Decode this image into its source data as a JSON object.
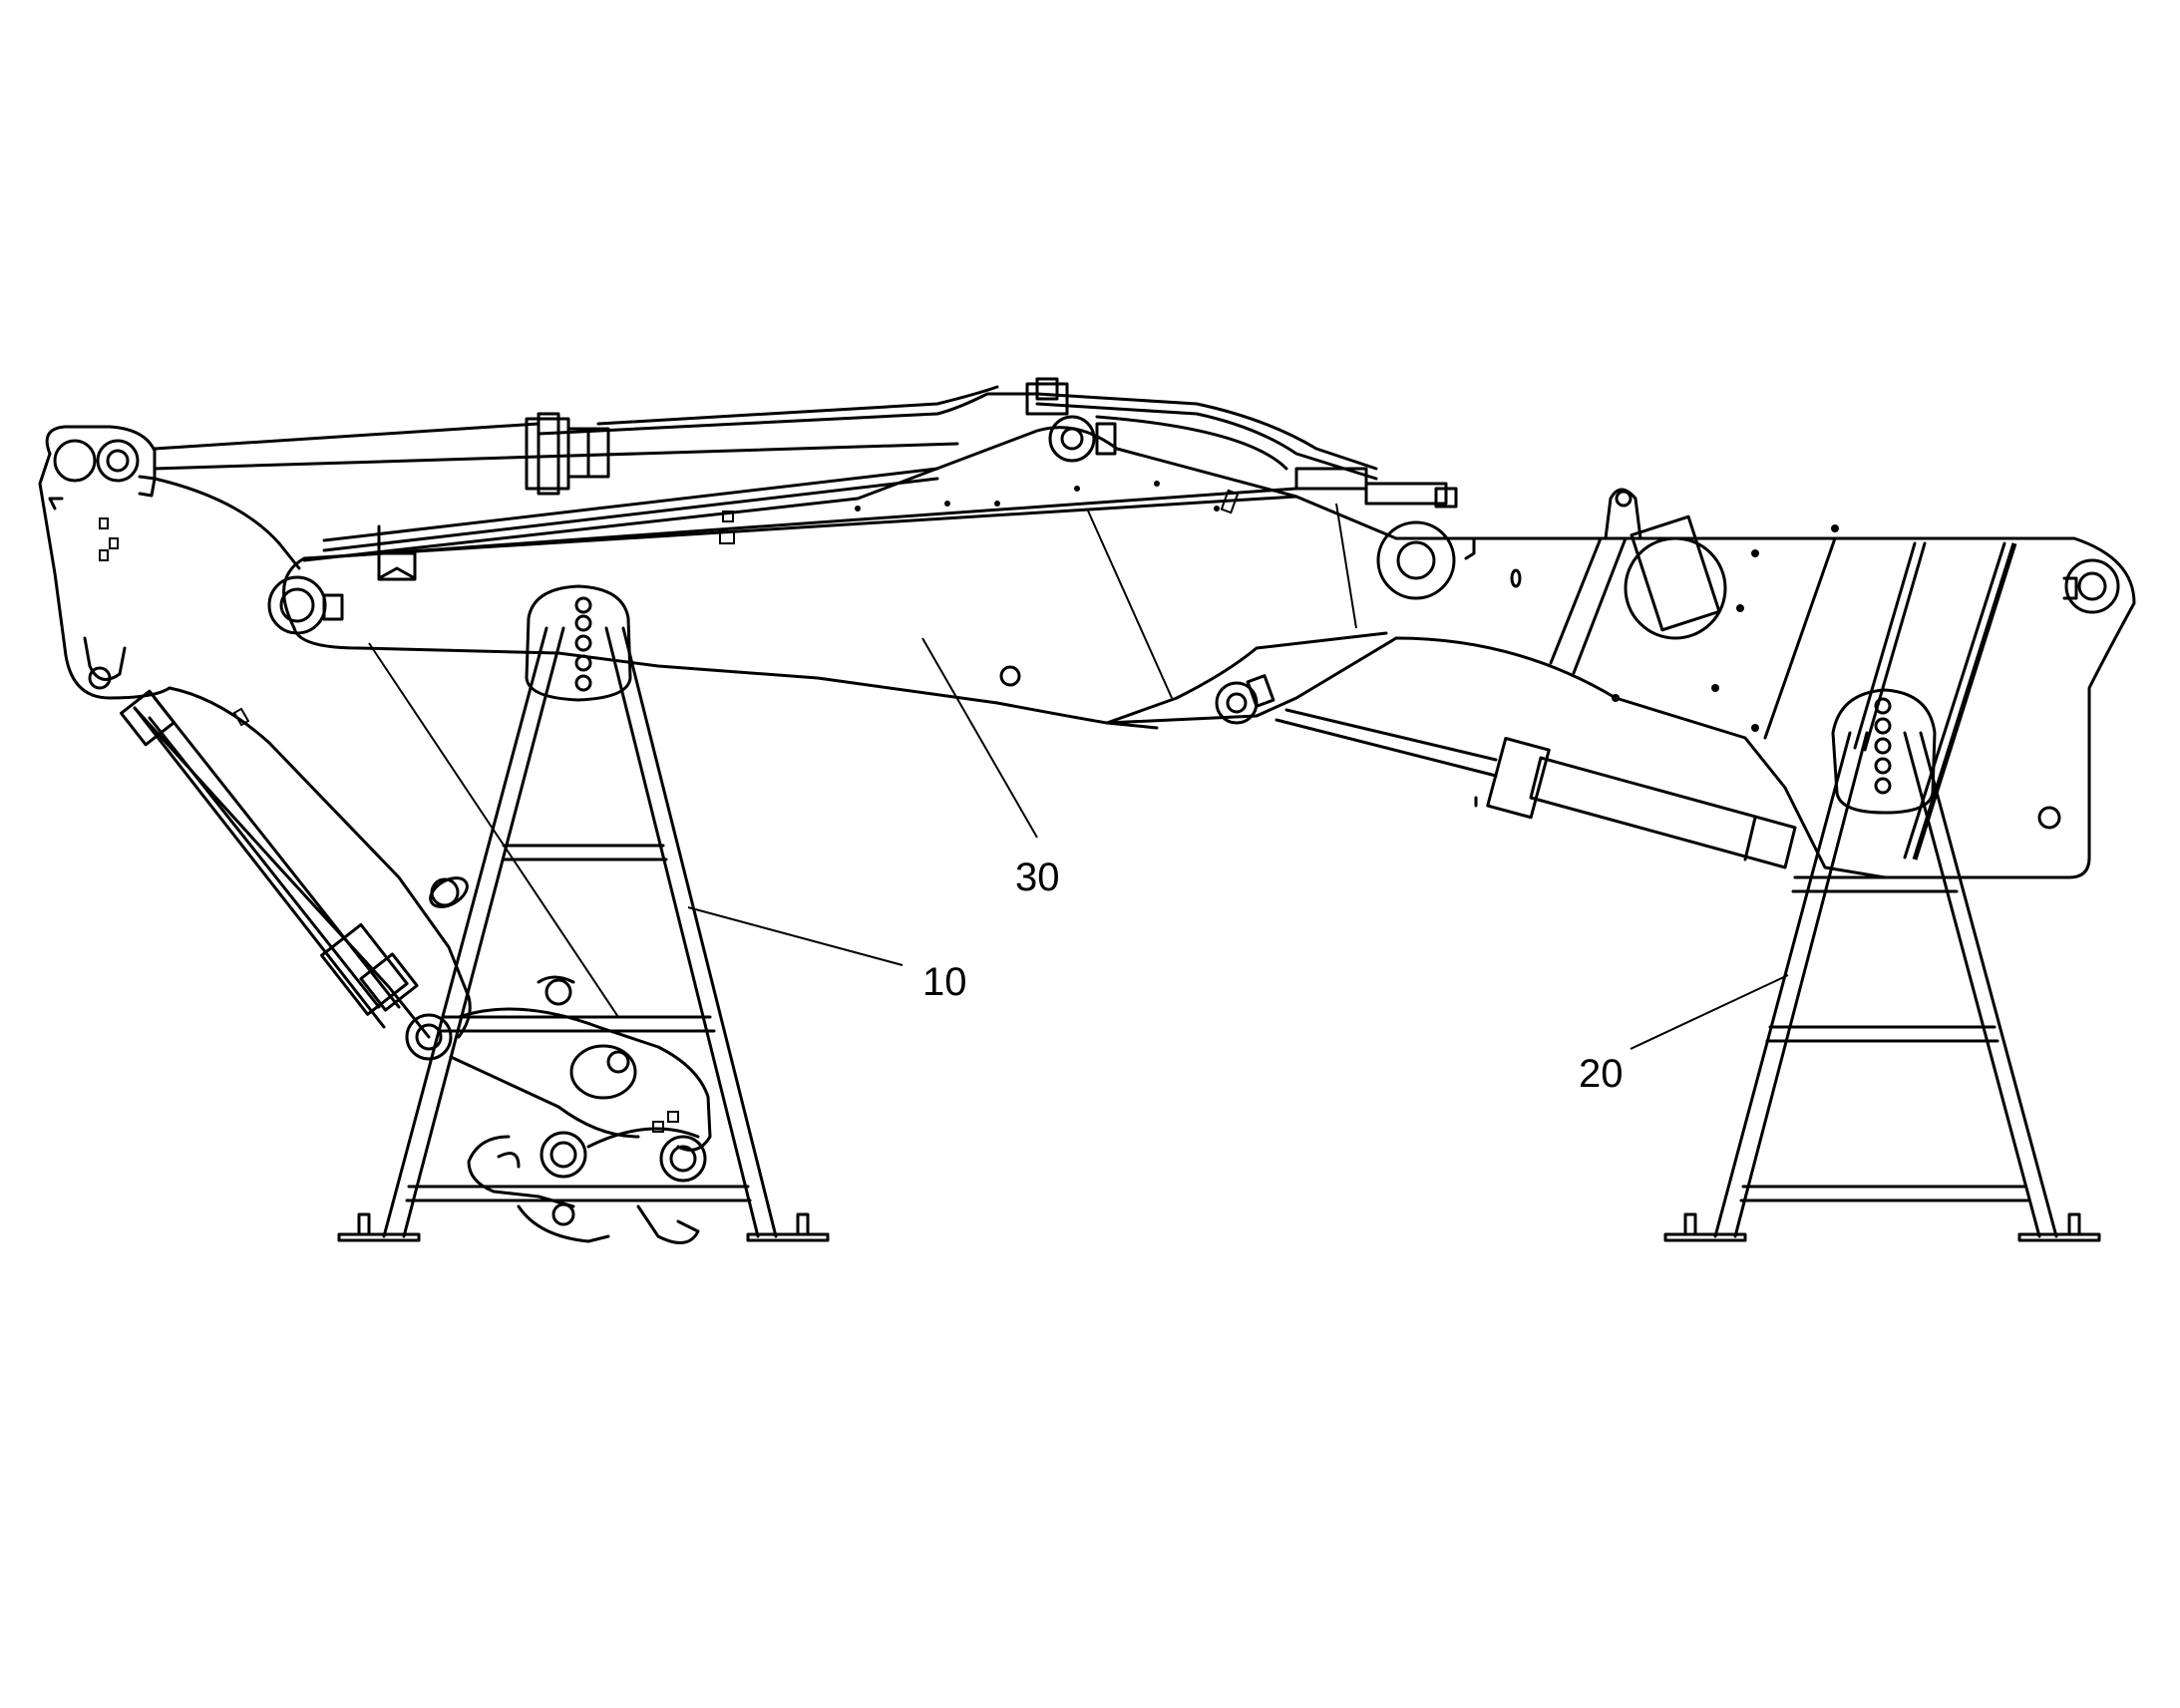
{
  "callouts": [
    {
      "id": "callout-10",
      "label": "10"
    },
    {
      "id": "callout-20",
      "label": "20"
    },
    {
      "id": "callout-30",
      "label": "30"
    }
  ],
  "colors": {
    "line": "#000000",
    "background": "#ffffff"
  }
}
